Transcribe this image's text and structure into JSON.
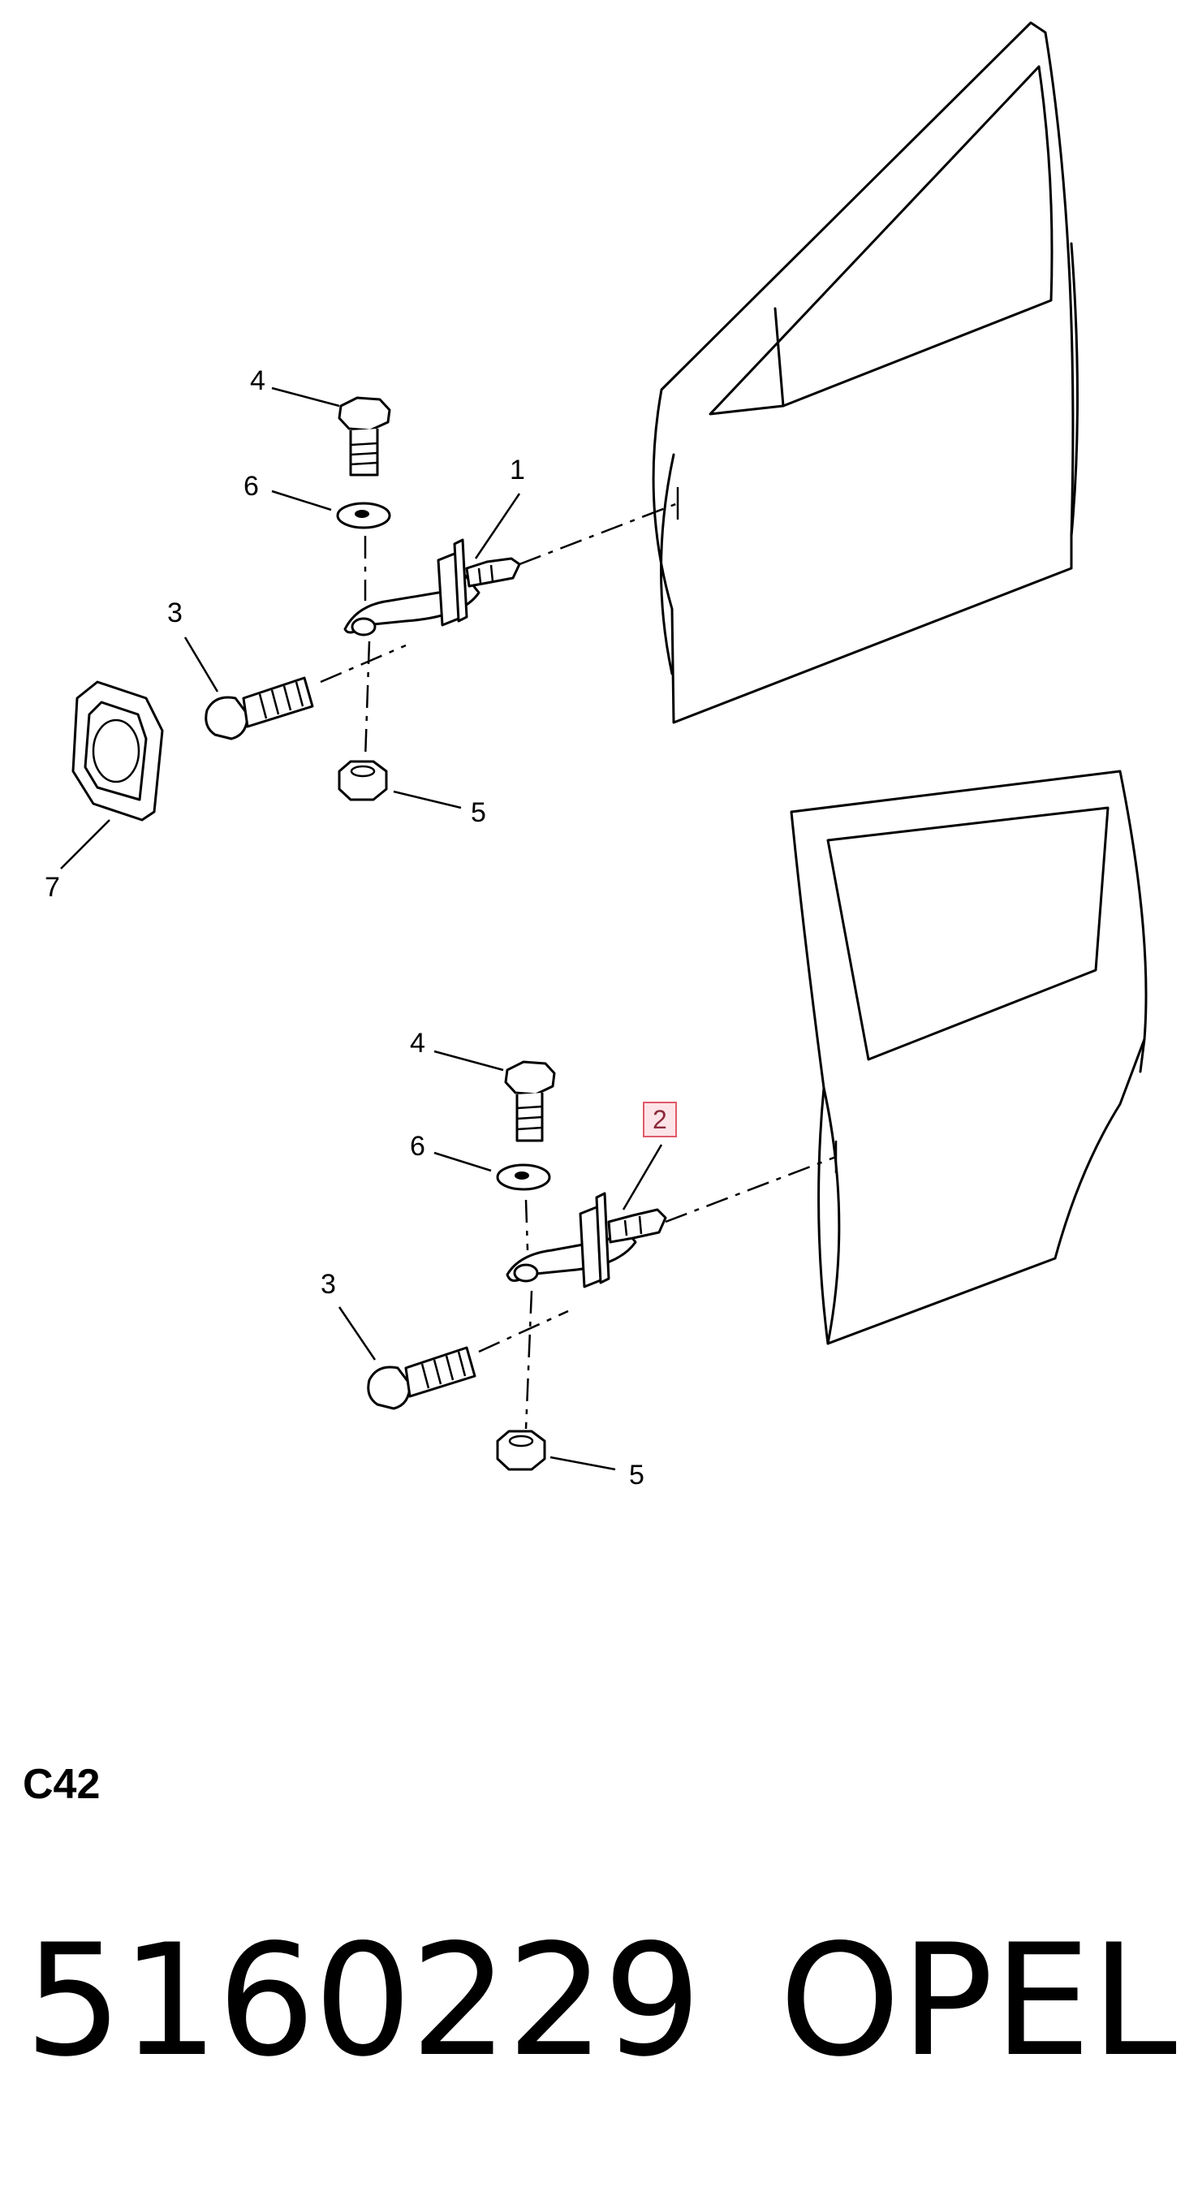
{
  "figure": {
    "upper_assembly_callouts": {
      "c1": "1",
      "c3": "3",
      "c4": "4",
      "c5": "5",
      "c6": "6",
      "c7": "7"
    },
    "lower_assembly_callouts": {
      "c2": "2",
      "c3": "3",
      "c4": "4",
      "c5": "5",
      "c6": "6"
    },
    "highlight_color": "#e05a6a"
  },
  "footer": {
    "section_code": "C42",
    "part_number": "5160229",
    "brand": "OPEL"
  }
}
